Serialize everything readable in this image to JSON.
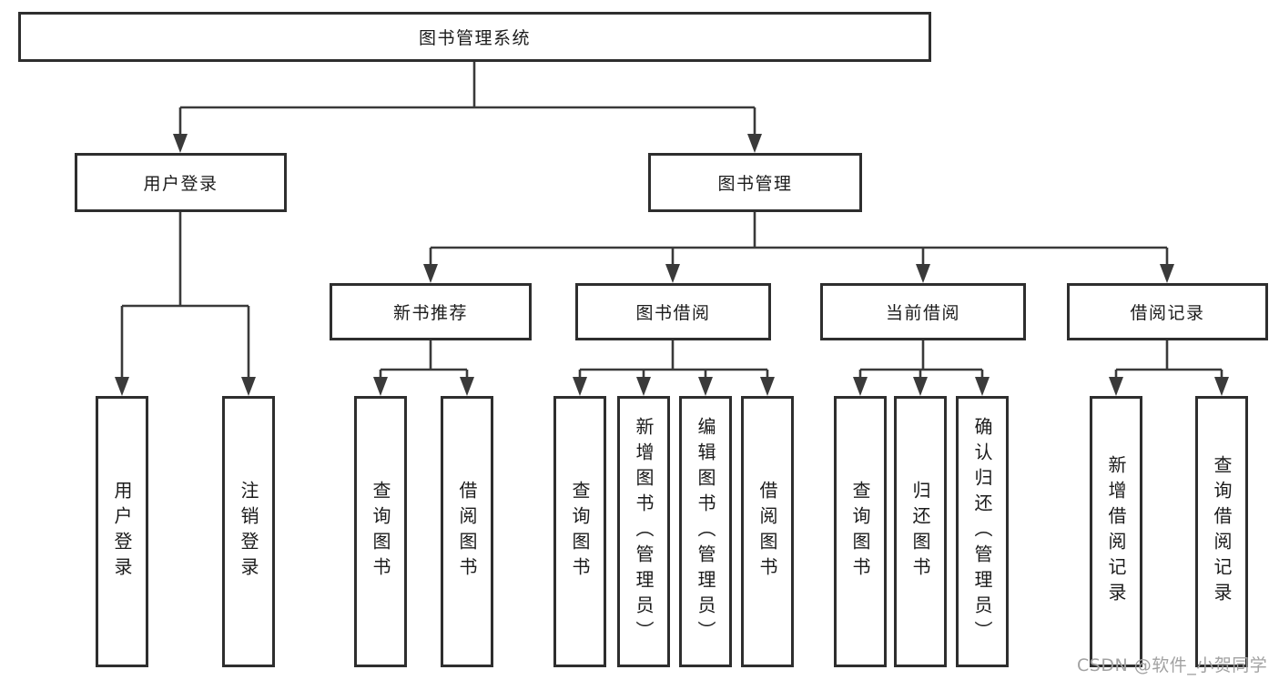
{
  "diagram": {
    "root": {
      "label": "图书管理系统"
    },
    "level2": [
      {
        "label": "用户登录"
      },
      {
        "label": "图书管理"
      }
    ],
    "level3": [
      {
        "label": "新书推荐",
        "parent": "图书管理"
      },
      {
        "label": "图书借阅",
        "parent": "图书管理"
      },
      {
        "label": "当前借阅",
        "parent": "图书管理"
      },
      {
        "label": "借阅记录",
        "parent": "图书管理"
      }
    ],
    "leaves": [
      {
        "label": "用户登录",
        "parent": "用户登录"
      },
      {
        "label": "注销登录",
        "parent": "用户登录"
      },
      {
        "label": "查询图书",
        "parent": "新书推荐"
      },
      {
        "label": "借阅图书",
        "parent": "新书推荐"
      },
      {
        "label": "查询图书",
        "parent": "图书借阅"
      },
      {
        "label": "新增图书（管理员）",
        "parent": "图书借阅"
      },
      {
        "label": "编辑图书（管理员）",
        "parent": "图书借阅"
      },
      {
        "label": "借阅图书",
        "parent": "图书借阅"
      },
      {
        "label": "查询图书",
        "parent": "当前借阅"
      },
      {
        "label": "归还图书",
        "parent": "当前借阅"
      },
      {
        "label": "确认归还（管理员）",
        "parent": "当前借阅"
      },
      {
        "label": "新增借阅记录",
        "parent": "借阅记录"
      },
      {
        "label": "查询借阅记录",
        "parent": "借阅记录"
      }
    ],
    "colors": {
      "line": "#3a3a3a",
      "border": "#2e2e2e",
      "text": "#1b1b1b",
      "background": "#ffffff"
    }
  },
  "watermark": {
    "text": "CSDN @软件_小贺同学",
    "color": "#a2a2a2"
  }
}
